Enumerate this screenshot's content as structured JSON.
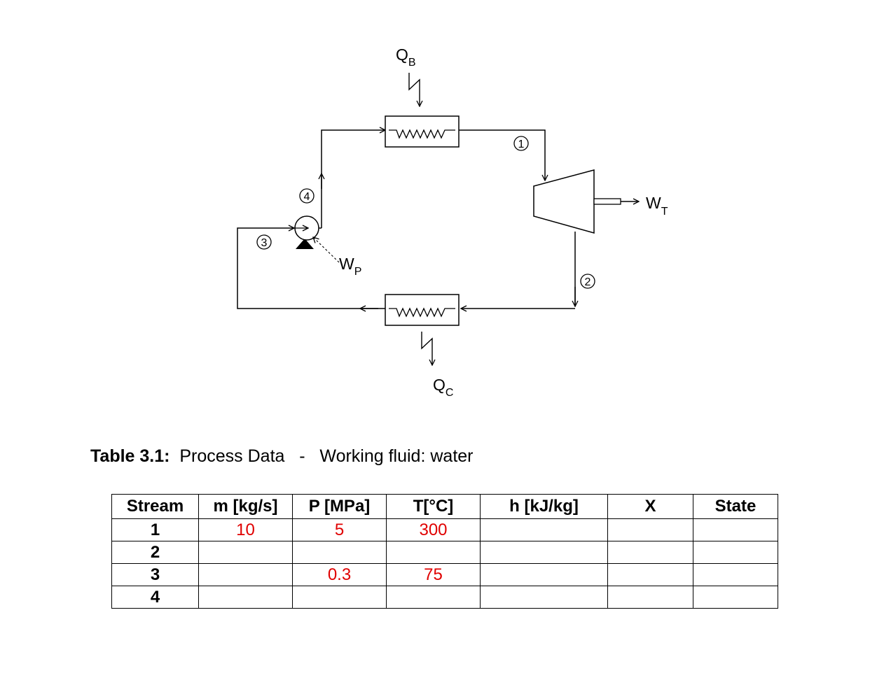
{
  "diagram": {
    "heat_in_label": "Q",
    "heat_in_sub": "B",
    "heat_out_label": "Q",
    "heat_out_sub": "C",
    "turbine_work_label": "W",
    "turbine_work_sub": "T",
    "pump_work_label": "W",
    "pump_work_sub": "P",
    "state_labels": [
      "1",
      "2",
      "3",
      "4"
    ],
    "coil_pattern": "wwww"
  },
  "caption": {
    "label": "Table 3.1:",
    "text": "  Process Data   -   Working fluid: water"
  },
  "table": {
    "headers": [
      "Stream",
      "m [kg/s]",
      "P [MPa]",
      "T[°C]",
      "h [kJ/kg]",
      "X",
      "State"
    ],
    "rows": [
      [
        "1",
        "10",
        "5",
        "300",
        "",
        "",
        ""
      ],
      [
        "2",
        "",
        "",
        "",
        "",
        "",
        ""
      ],
      [
        "3",
        "",
        "0.3",
        "75",
        "",
        "",
        ""
      ],
      [
        "4",
        "",
        "",
        "",
        "",
        "",
        ""
      ]
    ],
    "given_color": "#e00000"
  }
}
